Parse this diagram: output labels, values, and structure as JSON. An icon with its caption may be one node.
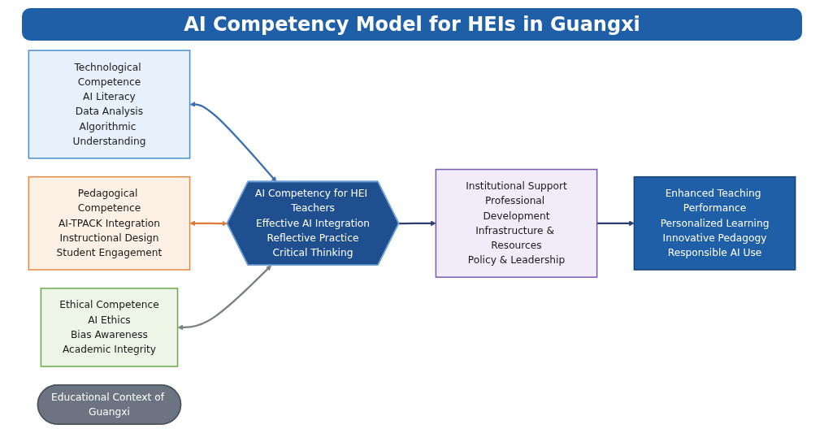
{
  "diagram": {
    "title": "AI Competency Model for HEIs in Guangxi",
    "nodes": [
      {
        "text": [
          "Technological Competence",
          "AI Literacy",
          "Data Analysis",
          "Algorithmic Understanding"
        ]
      },
      {
        "text": [
          "Pedagogical Competence",
          "AI-TPACK Integration",
          "Instructional Design",
          "Student Engagement"
        ]
      },
      {
        "text": [
          "Ethical Competence",
          "AI Ethics",
          "Bias Awareness",
          "Academic Integrity"
        ]
      },
      {
        "text": [
          "AI Competency for HEI Teachers",
          "Effective AI Integration",
          "Reflective Practice",
          "Critical Thinking"
        ]
      },
      {
        "text": [
          "Institutional Support",
          "Professional Development",
          "Infrastructure & Resources",
          "Policy & Leadership"
        ]
      },
      {
        "text": [
          "Enhanced Teaching Performance",
          "Personalized Learning",
          "Innovative Pedagogy",
          "Responsible AI Use"
        ]
      },
      {
        "text": [
          "Educational Context of Guangxi"
        ]
      }
    ],
    "edges": [
      {
        "from": 0,
        "to": 3,
        "arrow": "both",
        "color": "#3a6fb0"
      },
      {
        "from": 1,
        "to": 3,
        "arrow": "both",
        "color": "#e07a3a"
      },
      {
        "from": 2,
        "to": 3,
        "arrow": "both",
        "color": "#7a8088"
      },
      {
        "from": 3,
        "to": 4,
        "arrow": "to"
      },
      {
        "from": 4,
        "to": 5,
        "arrow": "to"
      }
    ]
  }
}
